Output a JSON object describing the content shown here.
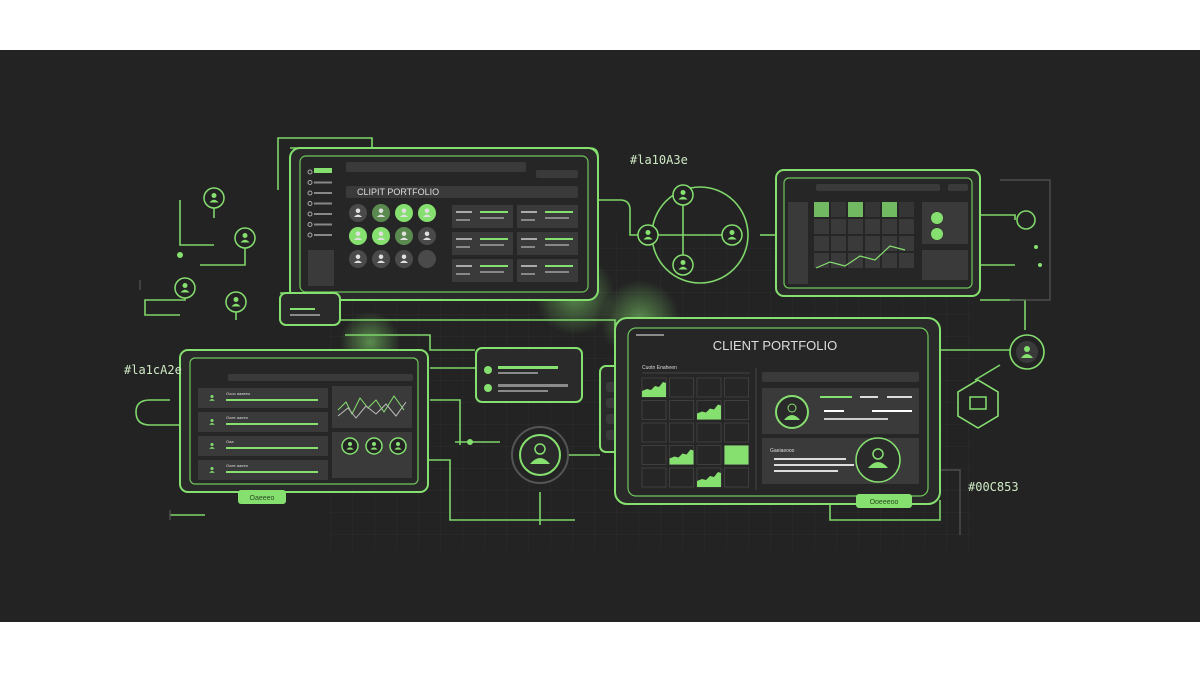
{
  "colors": {
    "background": "#232323",
    "accent": "#86e070",
    "panel": "#2a2a2a",
    "card": "#3a3a3a"
  },
  "labels": {
    "hex_top": "#la10A3e",
    "hex_left": "#la1cA2e",
    "hex_right": "#00C853"
  },
  "panel_top_left": {
    "title": "CLIPIT PORTFOLIO",
    "avatars": 12,
    "highlighted_avatars": [
      1,
      2,
      3,
      4,
      5,
      6
    ]
  },
  "panel_bottom_right": {
    "title": "CLIENT PORTFOLIO",
    "section_label": "Cuotn Enaheen",
    "detail_label": "Gaeiaeooo",
    "button": "Ooeeeoo"
  },
  "panel_bottom_left": {
    "button": "Oaeeeo",
    "rows": [
      "Oooo aaaeeo",
      "Ooee aaeeo",
      "Oaa",
      "Ooee aaeeo"
    ]
  },
  "icons": [
    "user-icon",
    "window-icon",
    "gear-icon"
  ]
}
